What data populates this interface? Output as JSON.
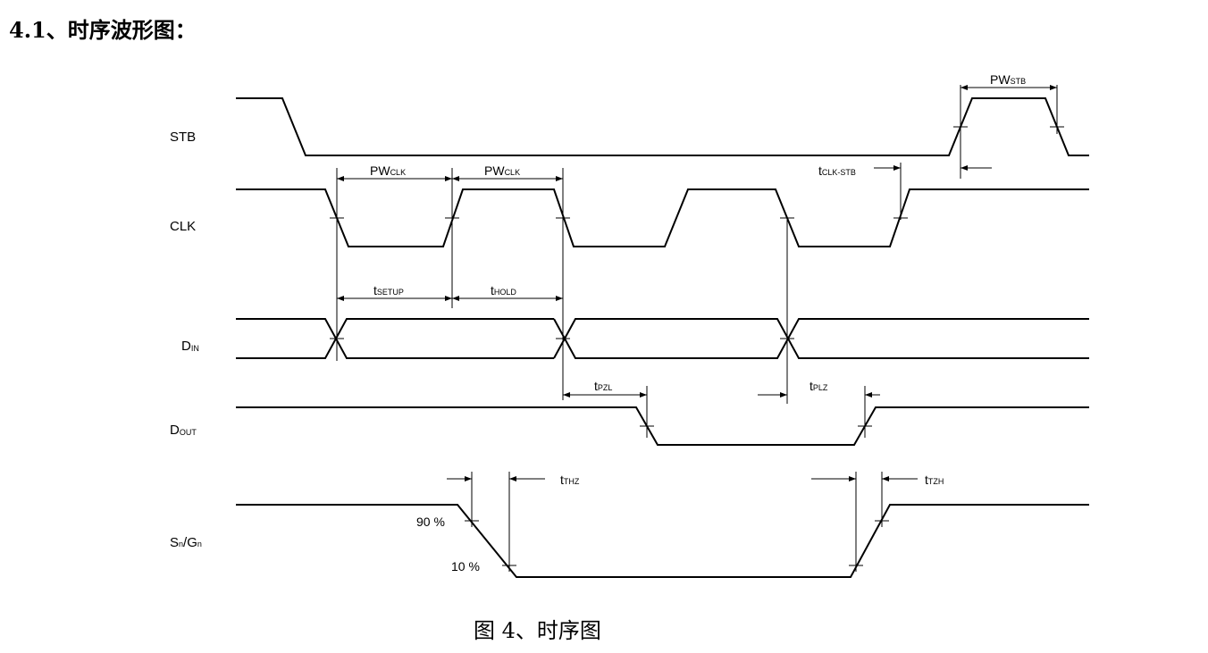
{
  "heading": "4.1、时序波形图：",
  "caption": "图 4、时序图",
  "signals": {
    "stb": "STB",
    "clk": "CLK",
    "din_main": "D",
    "din_sub": "IN",
    "dout_main": "D",
    "dout_sub": "OUT",
    "sg_s": "S",
    "sg_n1": "n",
    "sg_slash": "/G",
    "sg_n2": "n"
  },
  "timing_labels": {
    "pw_stb": {
      "main": "PW",
      "sub": "STB"
    },
    "pw_clk_1": {
      "main": "PW",
      "sub": "CLK"
    },
    "pw_clk_2": {
      "main": "PW",
      "sub": "CLK"
    },
    "t_clk_stb": {
      "main": "t",
      "sub": "CLK-STB"
    },
    "t_setup": {
      "main": "t",
      "sub": "SETUP"
    },
    "t_hold": {
      "main": "t",
      "sub": "HOLD"
    },
    "t_pzl": {
      "main": "t",
      "sub": "PZL"
    },
    "t_plz": {
      "main": "t",
      "sub": "PLZ"
    },
    "t_thz": {
      "main": "t",
      "sub": "THZ"
    },
    "t_tzh": {
      "main": "t",
      "sub": "TZH"
    }
  },
  "levels": {
    "p90": "90 %",
    "p10": "10 %"
  }
}
